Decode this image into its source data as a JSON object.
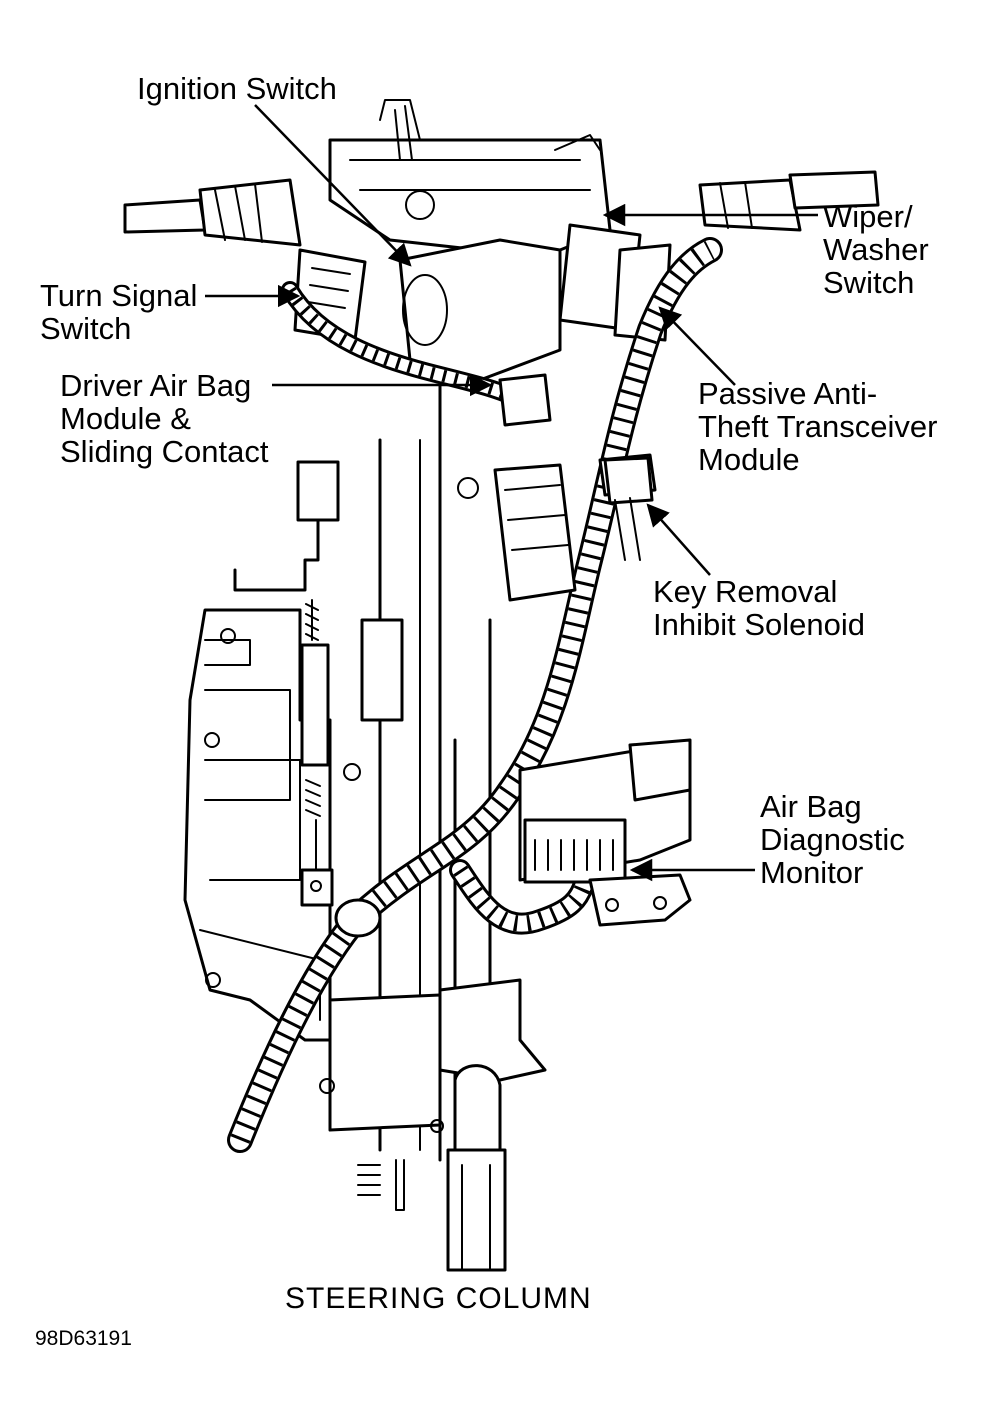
{
  "title": "STEERING COLUMN",
  "figure_code": "98D63191",
  "labels": {
    "ignition_switch": "Ignition Switch",
    "wiper_washer_switch": [
      "Wiper/",
      "Washer",
      "Switch"
    ],
    "turn_signal_switch": [
      "Turn Signal",
      "Switch"
    ],
    "driver_air_bag_module": [
      "Driver Air Bag",
      "Module &",
      "Sliding Contact"
    ],
    "passive_anti_theft": [
      "Passive Anti-",
      "Theft Transceiver",
      "Module"
    ],
    "key_removal_inhibit_solenoid": [
      "Key Removal",
      "Inhibit Solenoid"
    ],
    "air_bag_diagnostic_monitor": [
      "Air Bag",
      "Diagnostic",
      "Monitor"
    ]
  }
}
